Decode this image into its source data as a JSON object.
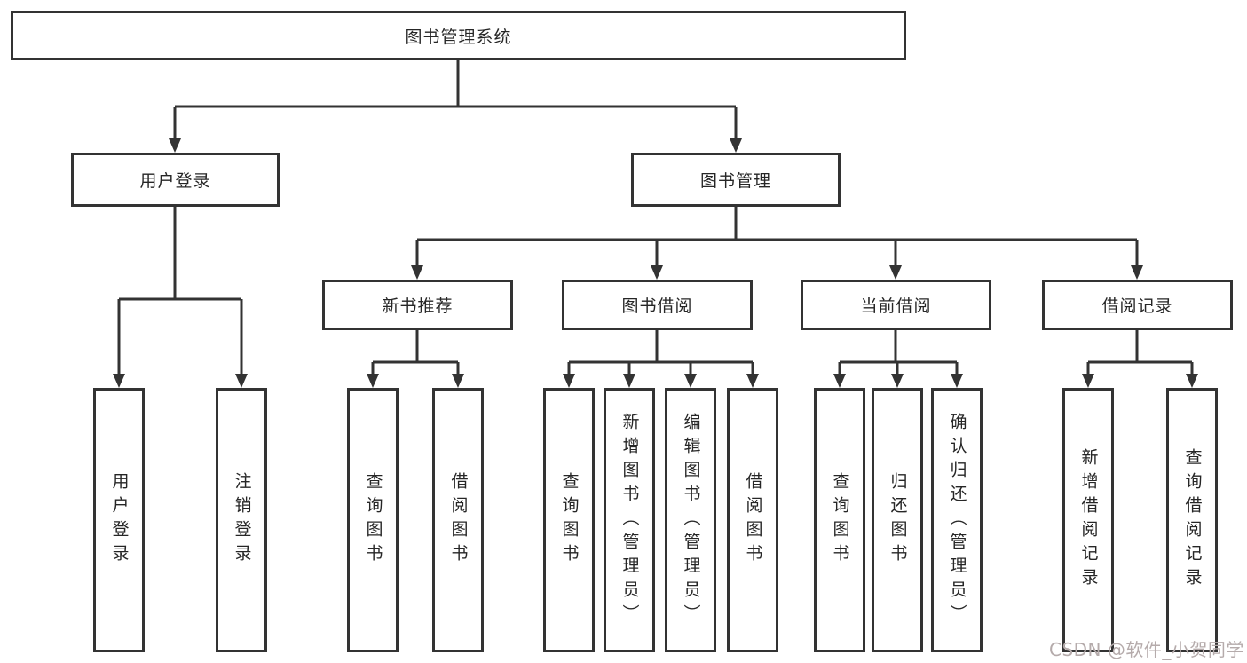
{
  "diagram": {
    "root": "图书管理系统",
    "level2": [
      "用户登录",
      "图书管理"
    ],
    "level3": [
      "新书推荐",
      "图书借阅",
      "当前借阅",
      "借阅记录"
    ],
    "leaves": {
      "login": [
        "用户登录",
        "注销登录"
      ],
      "newbook": [
        "查询图书",
        "借阅图书"
      ],
      "borrow": [
        "查询图书",
        "新增图书（管理员）",
        "编辑图书（管理员）",
        "借阅图书"
      ],
      "current": [
        "查询图书",
        "归还图书",
        "确认归还（管理员）"
      ],
      "records": [
        "新增借阅记录",
        "查询借阅记录"
      ]
    }
  },
  "watermark": {
    "text": "CSDN @软件_小贺同学"
  },
  "colors": {
    "line": "#333333",
    "text": "#262626",
    "bg": "#ffffff",
    "watermark": "#b5abab"
  }
}
